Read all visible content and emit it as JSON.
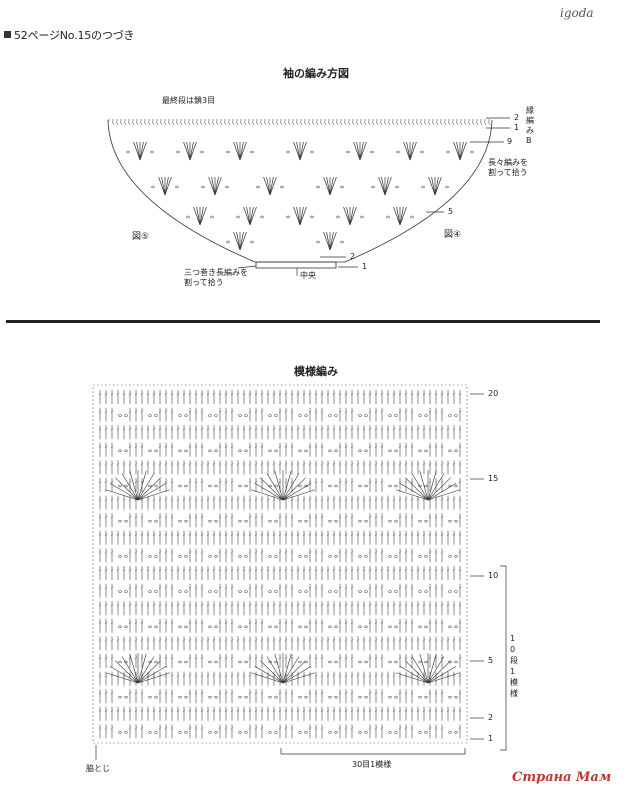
{
  "header": {
    "text": "52ページNo.15のつづき",
    "brand": "igoda"
  },
  "sleeve": {
    "title": "袖の編み方図",
    "last_row_note": "最終段は鎖3目",
    "border_label": "縁編みB",
    "row_labels": [
      "2",
      "1",
      "9",
      "5",
      "2",
      "1"
    ],
    "note_right": "長々編みを\n割って拾う",
    "note_left": "三つ巻き長編みを\n割って拾う",
    "center_label": "中央",
    "fig_left": "図⑤",
    "fig_right": "図④"
  },
  "pattern": {
    "title": "模様編み",
    "row_labels": [
      "20",
      "15",
      "10",
      "5",
      "2",
      "1"
    ],
    "repeat_rows": "10段1模様",
    "repeat_stitches": "30目1模様",
    "side_seam": "脇とじ"
  },
  "watermark": "Страна Мам"
}
